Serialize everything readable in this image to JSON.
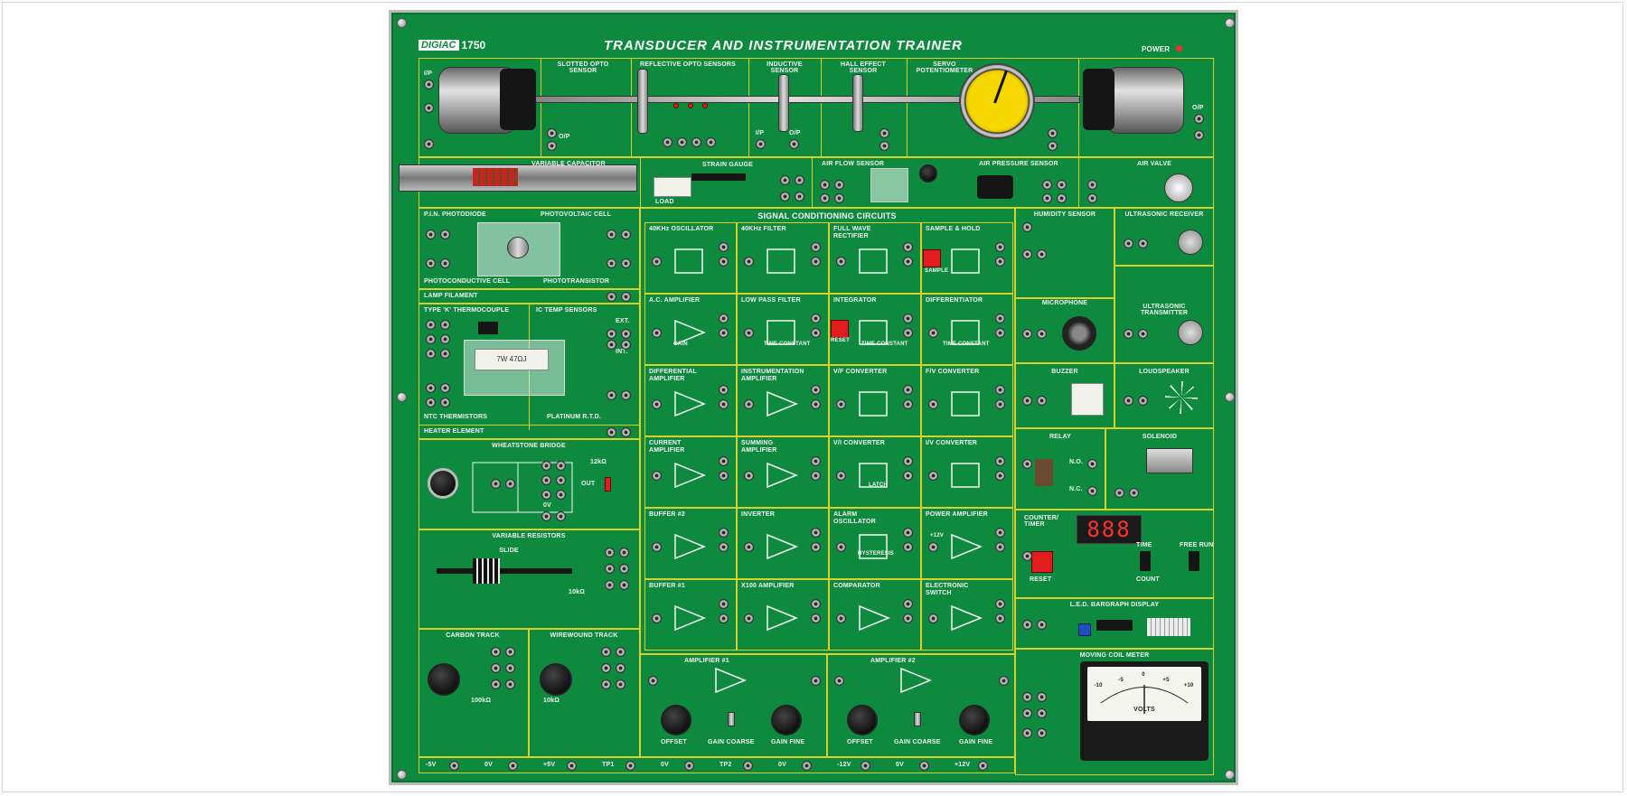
{
  "board": {
    "brand": "DIGIAC",
    "model": "1750",
    "title": "TRANSDUCER AND INSTRUMENTATION TRAINER",
    "power_label": "POWER"
  },
  "top_row": {
    "slotted_opto": "SLOTTED OPTO SENSOR",
    "reflective_opto": "REFLECTIVE OPTO SENSORS",
    "inductive": "INDUCTIVE SENSOR",
    "hall_effect": "HALL EFFECT SENSOR",
    "servo_pot": "SERVO POTENTIOMETER",
    "ip": "I/P",
    "op": "O/P"
  },
  "row2": {
    "variable_capacitor": "VARIABLE CAPACITOR",
    "strain_gauge": "STRAIN GAUGE",
    "load": "LOAD",
    "air_flow": "AIR FLOW SENSOR",
    "air_pressure": "AIR PRESSURE SENSOR",
    "air_valve": "AIR VALVE"
  },
  "left_col": {
    "pin_photodiode": "P.I.N. PHOTODIODE",
    "photovoltaic": "PHOTOVOLTAIC CELL",
    "photoconductive": "PHOTOCONDUCTIVE CELL",
    "phototransistor": "PHOTOTRANSISTOR",
    "lamp_filament": "LAMP FILAMENT",
    "thermocouple": "TYPE 'K' THERMOCOUPLE",
    "ic_temp": "IC TEMP SENSORS",
    "ext": "EXT.",
    "int": "INT.",
    "ntc": "NTC THERMISTORS",
    "platinum_rtd": "PLATINUM R.T.D.",
    "heater": "HEATER ELEMENT",
    "resistor_marking": "7W 47ΩJ",
    "wheatstone": "WHEATSTONE BRIDGE",
    "ov": "0V",
    "out": "OUT",
    "r12k": "12kΩ",
    "variable_resistors": "VARIABLE RESISTORS",
    "slide": "SLIDE",
    "r10k": "10kΩ",
    "carbon_track": "CARBON TRACK",
    "wirewound_track": "WIREWOUND TRACK",
    "r100k": "100kΩ",
    "r10k_ww": "10kΩ"
  },
  "signal_conditioning": {
    "header": "SIGNAL CONDITIONING CIRCUITS",
    "modules": [
      [
        "40KHz OSCILLATOR",
        "40KHz FILTER",
        "FULL WAVE RECTIFIER",
        "SAMPLE & HOLD"
      ],
      [
        "A.C. AMPLIFIER",
        "LOW PASS FILTER",
        "INTEGRATOR",
        "DIFFERENTIATOR"
      ],
      [
        "DIFFERENTIAL AMPLIFIER",
        "INSTRUMENTATION AMPLIFIER",
        "V/F CONVERTER",
        "F/V CONVERTER"
      ],
      [
        "CURRENT AMPLIFIER",
        "SUMMING AMPLIFIER",
        "V/I CONVERTER",
        "I/V CONVERTER"
      ],
      [
        "BUFFER #2",
        "INVERTER",
        "ALARM OSCILLATOR",
        "POWER AMPLIFIER"
      ],
      [
        "BUFFER #1",
        "X100 AMPLIFIER",
        "COMPARATOR",
        "ELECTRONIC SWITCH"
      ]
    ],
    "sample": "SAMPLE",
    "gain": "GAIN",
    "time_constant": "TIME CONSTANT",
    "reset": "RESET",
    "amplifier1": "AMPLIFIER #1",
    "amplifier2": "AMPLIFIER #2",
    "offset": "OFFSET",
    "gain_coarse": "GAIN COARSE",
    "gain_fine": "GAIN FINE",
    "hysteresis": "HYSTERESIS",
    "latch": "LATCH",
    "plus12v": "+12V"
  },
  "right_col": {
    "humidity": "HUMIDITY SENSOR",
    "ultrasonic_rx": "ULTRASONIC RECEIVER",
    "microphone": "MICROPHONE",
    "ultrasonic_tx": "ULTRASONIC TRANSMITTER",
    "buzzer": "BUZZER",
    "loudspeaker": "LOUDSPEAKER",
    "relay": "RELAY",
    "solenoid": "SOLENOID",
    "no": "N.O.",
    "nc": "N.C.",
    "counter": "COUNTER/ TIMER",
    "counter_display": "888",
    "reset": "RESET",
    "count": "COUNT",
    "time": "TIME",
    "free_run": "FREE RUN",
    "bargraph": "L.E.D. BARGRAPH DISPLAY",
    "meter": "MOVING COIL METER",
    "volts": "VOLTS",
    "meter_scale": [
      "-10",
      "-5",
      "0",
      "+5",
      "+10"
    ]
  },
  "bottom_rail": [
    "-5V",
    "0V",
    "+5V",
    "TP1",
    "0V",
    "TP2",
    "0V",
    "-12V",
    "0V",
    "+12V"
  ]
}
